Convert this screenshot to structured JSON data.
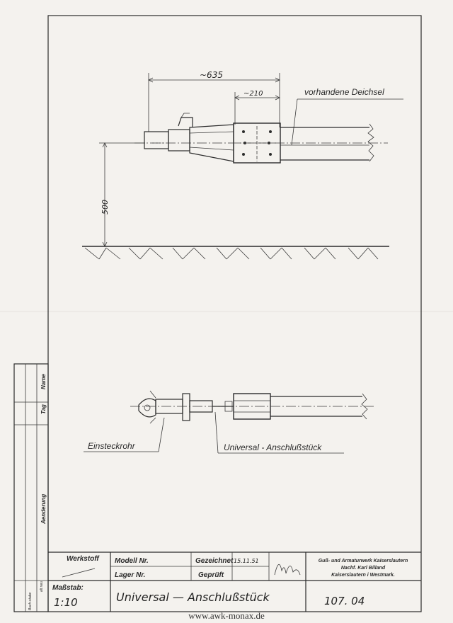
{
  "drawing": {
    "dimensions": {
      "overall": "~635",
      "coupling": "~210",
      "height": "500"
    },
    "callouts": {
      "existing_drawbar": "vorhandene Deichsel",
      "insert_tube": "Einsteckrohr",
      "adapter_piece": "Universal - Anschlußstück"
    }
  },
  "revision_column": {
    "name": "Name",
    "day": "Tag",
    "change": "Aenderung",
    "index_letter": "Buch-stabe",
    "old_new": "alt neu"
  },
  "title_block": {
    "material_label": "Werkstoff",
    "model_label": "Modell Nr.",
    "storage_label": "Lager Nr.",
    "drawn_label": "Gezeichnet",
    "drawn_date": "15.11.51",
    "checked_label": "Geprüft",
    "scale_label": "Maßstab:",
    "scale_value": "1:10",
    "title": "Universal — Anschlußstück",
    "drawing_number": "107. 04",
    "company_line1": "Guß- und Armaturwerk Kaiserslautern",
    "company_line2": "Nachf. Karl Billand",
    "company_line3": "Kaiserslautern i Westmark."
  },
  "footer": {
    "url": "www.awk-monax.de"
  }
}
